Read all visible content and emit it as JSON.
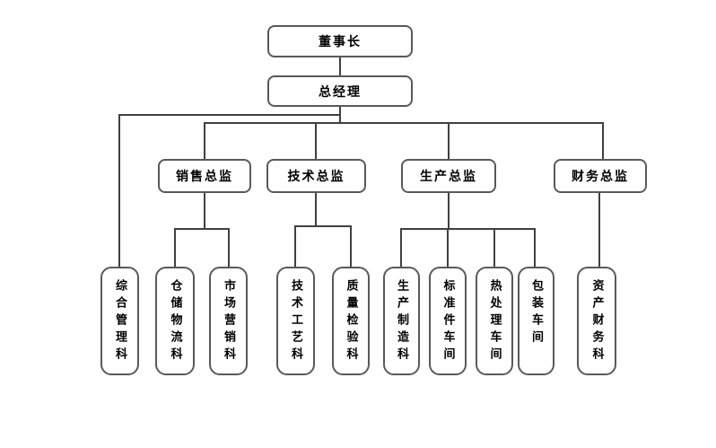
{
  "diagram": {
    "type": "org-chart",
    "background_color": "#ffffff",
    "box_border_color": "#595959",
    "line_color": "#404040",
    "text_color": "#000000",
    "nodes": {
      "chairman": "董事长",
      "general_manager": "总经理",
      "sales_director": "销售总监",
      "tech_director": "技术总监",
      "production_director": "生产总监",
      "finance_director": "财务总监",
      "general_mgmt_section": "综合管理科",
      "warehouse_logistics_section": "仓储物流科",
      "marketing_section": "市场营销科",
      "tech_process_section": "技术工艺科",
      "quality_inspection_section": "质量检验科",
      "production_mfg_section": "生产制造科",
      "standard_parts_workshop": "标准件车间",
      "heat_treatment_workshop": "热处理车间",
      "packaging_workshop": "包装车间",
      "asset_finance_section": "资产财务科"
    },
    "edges": [
      [
        "董事长",
        "总经理"
      ],
      [
        "总经理",
        "综合管理科"
      ],
      [
        "总经理",
        "销售总监"
      ],
      [
        "总经理",
        "技术总监"
      ],
      [
        "总经理",
        "生产总监"
      ],
      [
        "总经理",
        "财务总监"
      ],
      [
        "销售总监",
        "仓储物流科"
      ],
      [
        "销售总监",
        "市场营销科"
      ],
      [
        "技术总监",
        "技术工艺科"
      ],
      [
        "技术总监",
        "质量检验科"
      ],
      [
        "生产总监",
        "生产制造科"
      ],
      [
        "生产总监",
        "标准件车间"
      ],
      [
        "生产总监",
        "热处理车间"
      ],
      [
        "生产总监",
        "包装车间"
      ],
      [
        "财务总监",
        "资产财务科"
      ]
    ]
  }
}
